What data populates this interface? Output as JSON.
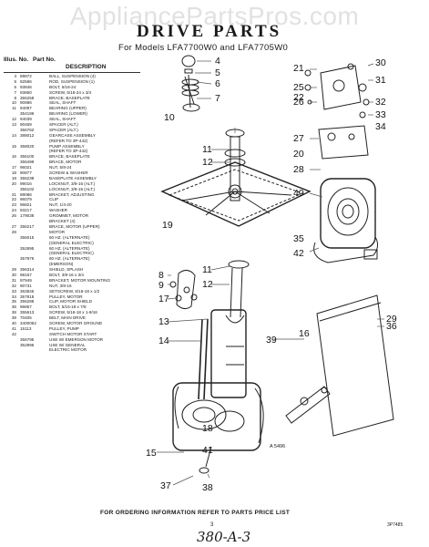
{
  "watermark": "AppliancePartsPros.com",
  "title": "DRIVE PARTS",
  "subtitle": "For Models LFA7700W0 and LFA7705W0",
  "table": {
    "headers": [
      "Illus. No.",
      "Part No.",
      "DESCRIPTION"
    ],
    "rows": [
      [
        "4",
        "89872",
        "BALL, SUSPENSION (4)"
      ],
      [
        "5",
        "82586",
        "ROD, SUSPENSION (1)"
      ],
      [
        "6",
        "93846",
        "BOLT, 5/16-24"
      ],
      [
        "7",
        "93860",
        "SCREW, 5/16-24 x 3/4"
      ],
      [
        "8",
        "355258",
        "BRACE, BASEPLATE"
      ],
      [
        "10",
        "90986",
        "SEAL, SHAFT"
      ],
      [
        "11",
        "94097",
        "BEARING (UPPER)"
      ],
      [
        "",
        "354196",
        "BEARING (LOWER)"
      ],
      [
        "12",
        "94039",
        "SEAL, SHAFT"
      ],
      [
        "13",
        "90469",
        "SPACER (ALT.)"
      ],
      [
        "",
        "356762",
        "SPACER (ALT.)"
      ],
      [
        "14",
        "388012",
        "GEARCASE ASSEMBLY"
      ],
      [
        "",
        "",
        "(REFER TO 3P-442)"
      ],
      [
        "15",
        "358020",
        "PUMP ASSEMBLY"
      ],
      [
        "",
        "",
        "(REFER TO 3P-442)"
      ],
      [
        "16",
        "356100",
        "BRACE, BASEPLATE"
      ],
      [
        "",
        "356499",
        "BRACE, MOTOR"
      ],
      [
        "17",
        "96021",
        "NUT, 5/8-24"
      ],
      [
        "18",
        "90877",
        "SCREW & WASHER"
      ],
      [
        "19",
        "356238",
        "BASEPLATE ASSEMBLY"
      ],
      [
        "20",
        "99016",
        "LOCKNUT, 3/8-16 (ALT.)"
      ],
      [
        "",
        "356102",
        "LOCKNUT, 3/8-16 (ALT.)"
      ],
      [
        "21",
        "89086",
        "BRACKET, ADJUSTING"
      ],
      [
        "22",
        "96079",
        "CLIP"
      ],
      [
        "23",
        "96821",
        "NUT, 1/4-20"
      ],
      [
        "24",
        "93217",
        "WASHER"
      ],
      [
        "26",
        "179038",
        "GROMMET, MOTOR"
      ],
      [
        "",
        "",
        "BRACKET (4)"
      ],
      [
        "27",
        "356217",
        "BRACE, MOTOR (UPPER)"
      ],
      [
        "28",
        "",
        "MOTOR"
      ],
      [
        "",
        "356015",
        "60 HZ. (ALTERNATE)"
      ],
      [
        "",
        "",
        "(GENERAL ELECTRIC)"
      ],
      [
        "",
        "352895",
        "60 HZ. (ALTERNATE)"
      ],
      [
        "",
        "",
        "(GENERAL ELECTRIC)"
      ],
      [
        "",
        "357976",
        "60 HZ. (ALTERNATE)"
      ],
      [
        "",
        "",
        "(EMERSON)"
      ],
      [
        "29",
        "356314",
        "SHIELD, SPLASH"
      ],
      [
        "30",
        "98157",
        "BOLT, 3/8-16 x 3/4"
      ],
      [
        "31",
        "97949",
        "BRACKET, MOTOR MOUNTING"
      ],
      [
        "32",
        "90731",
        "NUT, 3/8-16"
      ],
      [
        "33",
        "363845",
        "SETSCREW, 5/16-18 x 1/2"
      ],
      [
        "34",
        "357818",
        "PULLEY, MOTOR"
      ],
      [
        "35",
        "356288",
        "CLIP, MOTOR SHIELD"
      ],
      [
        "36",
        "96867",
        "BOLT, 5/16-18 x 7/8"
      ],
      [
        "38",
        "355613",
        "SCREW, 5/16-18 x 1-9/16"
      ],
      [
        "39",
        "70405",
        "BELT, MAIN DRIVE"
      ],
      [
        "40",
        "3400062",
        "SCREW, MOTOR GROUND"
      ],
      [
        "41",
        "15113",
        "PULLEY, PUMP"
      ],
      [
        "42",
        "",
        "SWITCH MOTOR START"
      ],
      [
        "",
        "356795",
        "USE W/ EMERSON MOTOR"
      ],
      [
        "",
        "352896",
        "USE W/ GENERAL"
      ],
      [
        "",
        "",
        "ELECTRIC MOTOR"
      ]
    ]
  },
  "callouts": [
    {
      "label": "4"
    },
    {
      "label": "5"
    },
    {
      "label": "6"
    },
    {
      "label": "7"
    },
    {
      "label": "10"
    },
    {
      "label": "11"
    },
    {
      "label": "12"
    },
    {
      "label": "19"
    },
    {
      "label": "11"
    },
    {
      "label": "12"
    },
    {
      "label": "8"
    },
    {
      "label": "9"
    },
    {
      "label": "17"
    },
    {
      "label": "13"
    },
    {
      "label": "14"
    },
    {
      "label": "21"
    },
    {
      "label": "25"
    },
    {
      "label": "26"
    },
    {
      "label": "22"
    },
    {
      "label": "30"
    },
    {
      "label": "31"
    },
    {
      "label": "32"
    },
    {
      "label": "33"
    },
    {
      "label": "34"
    },
    {
      "label": "27"
    },
    {
      "label": "28"
    },
    {
      "label": "40"
    },
    {
      "label": "42"
    },
    {
      "label": "29"
    },
    {
      "label": "36"
    },
    {
      "label": "39"
    },
    {
      "label": "16"
    },
    {
      "label": "18"
    },
    {
      "label": "15"
    },
    {
      "label": "41"
    },
    {
      "label": "37"
    },
    {
      "label": "38"
    },
    {
      "label": "20"
    },
    {
      "label": "35"
    }
  ],
  "diagram_code": "A 5496",
  "footer": "FOR ORDERING INFORMATION REFER TO PARTS PRICE LIST",
  "page_number": "3",
  "handwritten": "380-A-3",
  "form_code": "3P7485"
}
